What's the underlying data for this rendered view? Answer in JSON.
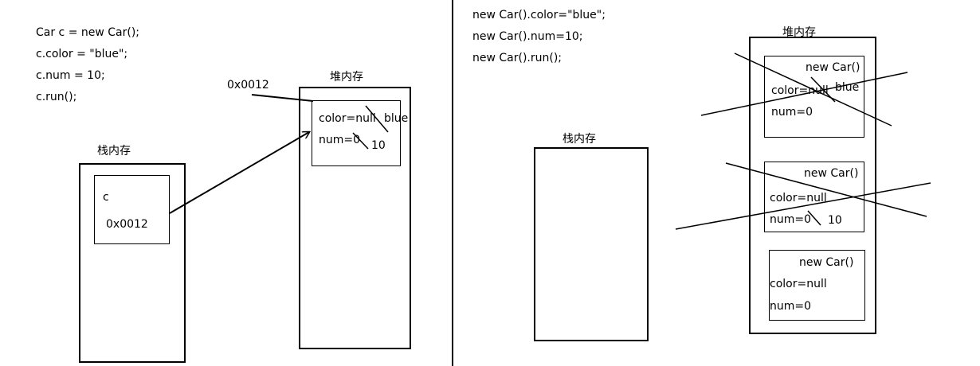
{
  "left_panel": {
    "code_lines": [
      "Car c = new Car();",
      "c.color = \"blue\";",
      "c.num = 10;",
      "c.run();"
    ],
    "stack_label": "栈内存",
    "stack_var_name": "c",
    "stack_var_value": "0x0012",
    "heap_label": "堆内存",
    "heap_address": "0x0012",
    "heap_object": {
      "color_line": "color=null",
      "color_new": "blue",
      "num_line": "num=0",
      "num_new": "10"
    }
  },
  "right_panel": {
    "code_lines": [
      "new Car().color=\"blue\";",
      "new Car().num=10;",
      "new Car().run();"
    ],
    "stack_label": "栈内存",
    "heap_label": "堆内存",
    "objects": [
      {
        "title": "new Car()",
        "color_line": "color=null",
        "color_new": "blue",
        "num_line": "num=0",
        "num_new": ""
      },
      {
        "title": "new Car()",
        "color_line": "color=null",
        "color_new": "",
        "num_line": "num=0",
        "num_new": "10"
      },
      {
        "title": "new Car()",
        "color_line": "color=null",
        "color_new": "",
        "num_line": "num=0",
        "num_new": ""
      }
    ]
  }
}
